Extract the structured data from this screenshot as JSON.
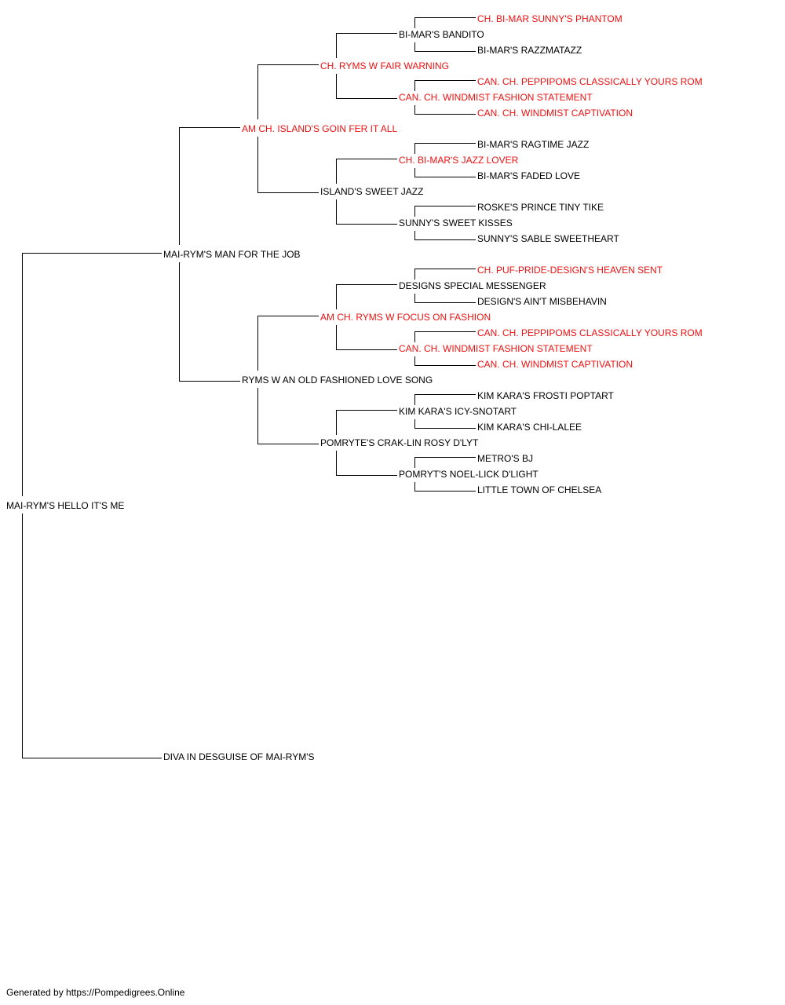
{
  "title_color": "#ee1111",
  "pedigree": {
    "subject": {
      "name": "MAI-RYM'S HELLO IT'S ME",
      "titled": false
    },
    "sire": {
      "name": "MAI-RYM'S MAN FOR THE JOB",
      "titled": false
    },
    "dam": {
      "name": "DIVA IN DESGUISE OF MAI-RYM'S",
      "titled": false
    },
    "ss": {
      "name": "AM CH. ISLAND'S GOIN FER IT ALL",
      "titled": true
    },
    "sd": {
      "name": "RYMS W AN OLD FASHIONED LOVE SONG",
      "titled": false
    },
    "sss": {
      "name": "CH. RYMS W FAIR WARNING",
      "titled": true
    },
    "ssd": {
      "name": "ISLAND'S SWEET JAZZ",
      "titled": false
    },
    "sds": {
      "name": "AM CH. RYMS W FOCUS ON FASHION",
      "titled": true
    },
    "sdd": {
      "name": "POMRYTE'S CRAK-LIN ROSY D'LYT",
      "titled": false
    },
    "ssss": {
      "name": "BI-MAR'S BANDITO",
      "titled": false
    },
    "sssd": {
      "name": "CAN. CH. WINDMIST FASHION STATEMENT",
      "titled": true
    },
    "ssds": {
      "name": "CH. BI-MAR'S JAZZ LOVER",
      "titled": true
    },
    "ssdd": {
      "name": "SUNNY'S SWEET KISSES",
      "titled": false
    },
    "sdss": {
      "name": "DESIGNS SPECIAL MESSENGER",
      "titled": false
    },
    "sdsd": {
      "name": "CAN. CH. WINDMIST FASHION STATEMENT",
      "titled": true
    },
    "sdds": {
      "name": "KIM KARA'S ICY-SNOTART",
      "titled": false
    },
    "sddd": {
      "name": "POMRYT'S NOEL-LICK D'LIGHT",
      "titled": false
    },
    "sssss": {
      "name": "CH. BI-MAR SUNNY'S PHANTOM",
      "titled": true
    },
    "ssssd": {
      "name": "BI-MAR'S RAZZMATAZZ",
      "titled": false
    },
    "sssds": {
      "name": "CAN. CH. PEPPIPOMS CLASSICALLY YOURS ROM",
      "titled": true
    },
    "sssdd": {
      "name": "CAN. CH. WINDMIST CAPTIVATION",
      "titled": true
    },
    "ssdss": {
      "name": "BI-MAR'S RAGTIME JAZZ",
      "titled": false
    },
    "ssdsd": {
      "name": "BI-MAR'S FADED LOVE",
      "titled": false
    },
    "ssdds": {
      "name": "ROSKE'S PRINCE TINY TIKE",
      "titled": false
    },
    "ssddd": {
      "name": "SUNNY'S SABLE SWEETHEART",
      "titled": false
    },
    "sdsss": {
      "name": "CH. PUF-PRIDE-DESIGN'S HEAVEN SENT",
      "titled": true
    },
    "sdssd": {
      "name": "DESIGN'S AIN'T MISBEHAVIN",
      "titled": false
    },
    "sdsds": {
      "name": "CAN. CH. PEPPIPOMS CLASSICALLY YOURS ROM",
      "titled": true
    },
    "sdsdd": {
      "name": "CAN. CH. WINDMIST CAPTIVATION",
      "titled": true
    },
    "sddss": {
      "name": "KIM KARA'S FROSTI POPTART",
      "titled": false
    },
    "sddsd": {
      "name": "KIM KARA'S CHI-LALEE",
      "titled": false
    },
    "sddds": {
      "name": "METRO'S BJ",
      "titled": false
    },
    "sdddd": {
      "name": "LITTLE TOWN OF CHELSEA",
      "titled": false
    }
  },
  "footer": "Generated by https://Pompedigrees.Online"
}
